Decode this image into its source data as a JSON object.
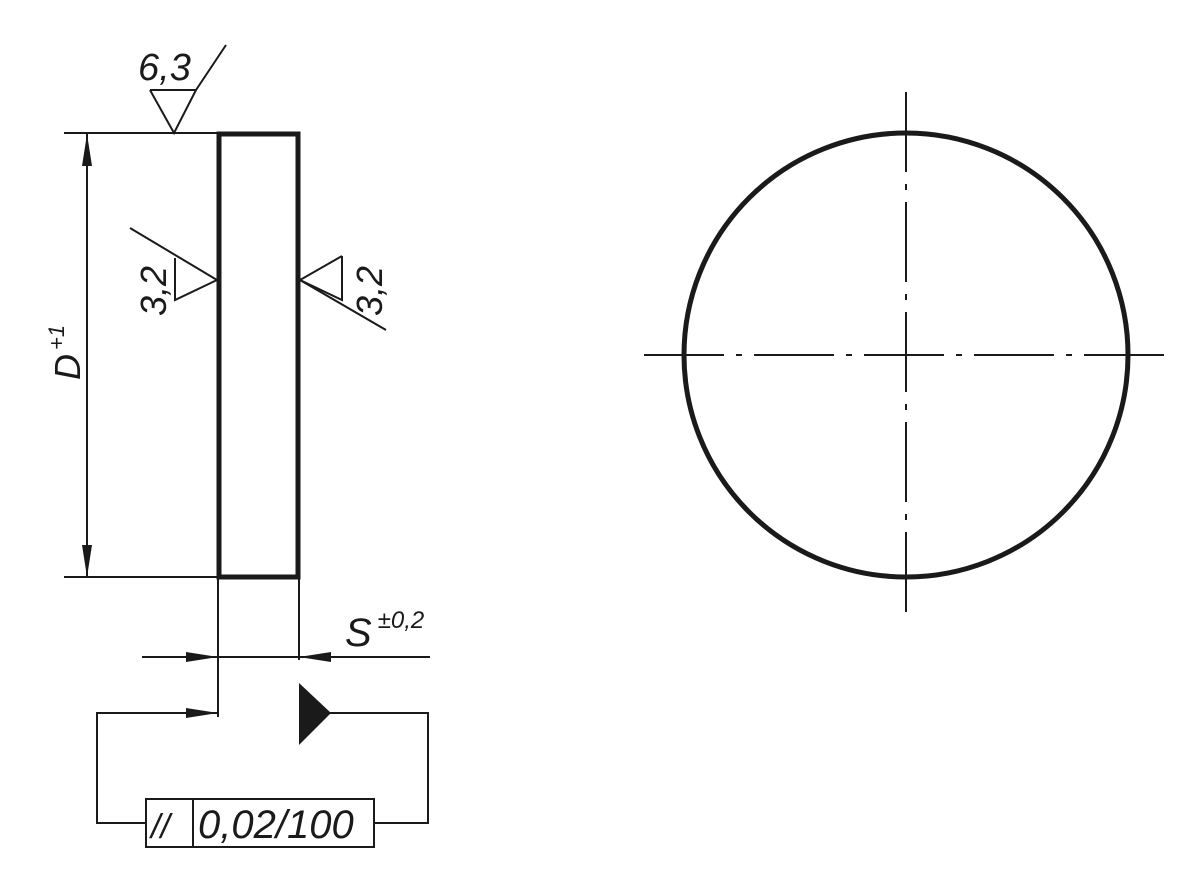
{
  "drawing": {
    "title": "Disc technical drawing",
    "colors": {
      "line": "#1a1a1a",
      "background": "#ffffff"
    },
    "side_view": {
      "surface_roughness_top": "6,3",
      "surface_roughness_left": "3,2",
      "surface_roughness_right": "3,2",
      "diameter_label": "D",
      "diameter_tolerance": "+1",
      "thickness_label": "S",
      "thickness_tolerance": "±0,2",
      "parallelism_symbol": "//",
      "parallelism_value": "0,02/100"
    },
    "front_view": {
      "shape": "circle",
      "centerlines": "dash-dot"
    }
  }
}
